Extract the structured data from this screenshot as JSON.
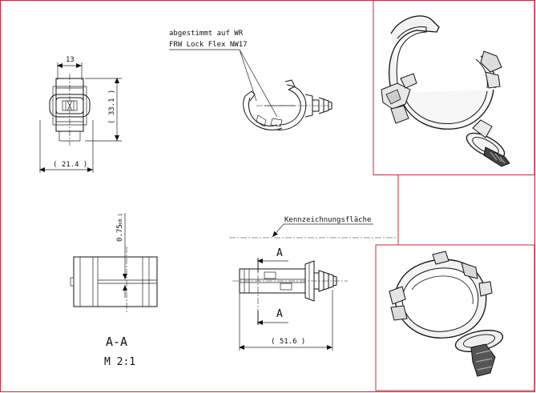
{
  "sheet": {
    "frame_color": "#c8283a"
  },
  "front_view": {
    "dim_width": "13",
    "dim_height": "( 33.1 )",
    "dim_total_width": "( 21.4 )"
  },
  "top_view": {
    "note_line1": "abgestimmt auf WR",
    "note_line2": "FRW Lock Flex  NW17"
  },
  "section_view": {
    "dim_gap": "0.75",
    "dim_tolerance": "±0.1",
    "section_label": "A-A",
    "scale_label": "M  2:1"
  },
  "side_view": {
    "marking_label": "Kennzeichnungsfläche",
    "cut_letter_top": "A",
    "cut_letter_bottom": "A",
    "dim_length": "( 51.6 )"
  },
  "renders": {
    "top_render": "3d-render-clip-angled",
    "bottom_render": "3d-render-clip-front"
  }
}
